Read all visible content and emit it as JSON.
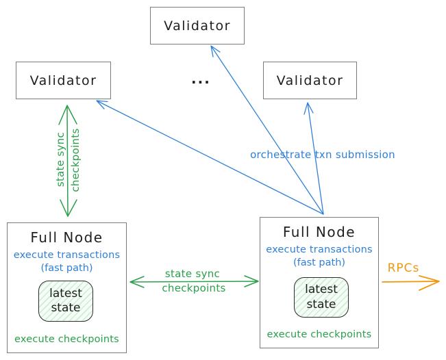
{
  "colors": {
    "blue": "#2f7fd9",
    "green": "#2aa04a",
    "orange": "#ef980f",
    "box_border": "#7a7a7a",
    "text": "#1e1e1e",
    "state_fill": "#e9f7ec"
  },
  "validators": {
    "top": "Validator",
    "left": "Validator",
    "right": "Validator",
    "ellipsis": "..."
  },
  "full_node_left": {
    "title": "Full Node",
    "exec_line1": "execute transactions",
    "exec_line2": "(fast path)",
    "state_line1": "latest",
    "state_line2": "state",
    "footer": "execute checkpoints"
  },
  "full_node_right": {
    "title": "Full Node",
    "exec_line1": "execute transactions",
    "exec_line2": "(fast path)",
    "state_line1": "latest",
    "state_line2": "state",
    "footer": "execute checkpoints"
  },
  "edge_labels": {
    "orchestrate": "orchestrate txn submission",
    "rpcs": "RPCs",
    "vertical_sync_line1": "state sync",
    "vertical_sync_line2": "checkpoints",
    "horizontal_sync_line1": "state sync",
    "horizontal_sync_line2": "checkpoints"
  }
}
